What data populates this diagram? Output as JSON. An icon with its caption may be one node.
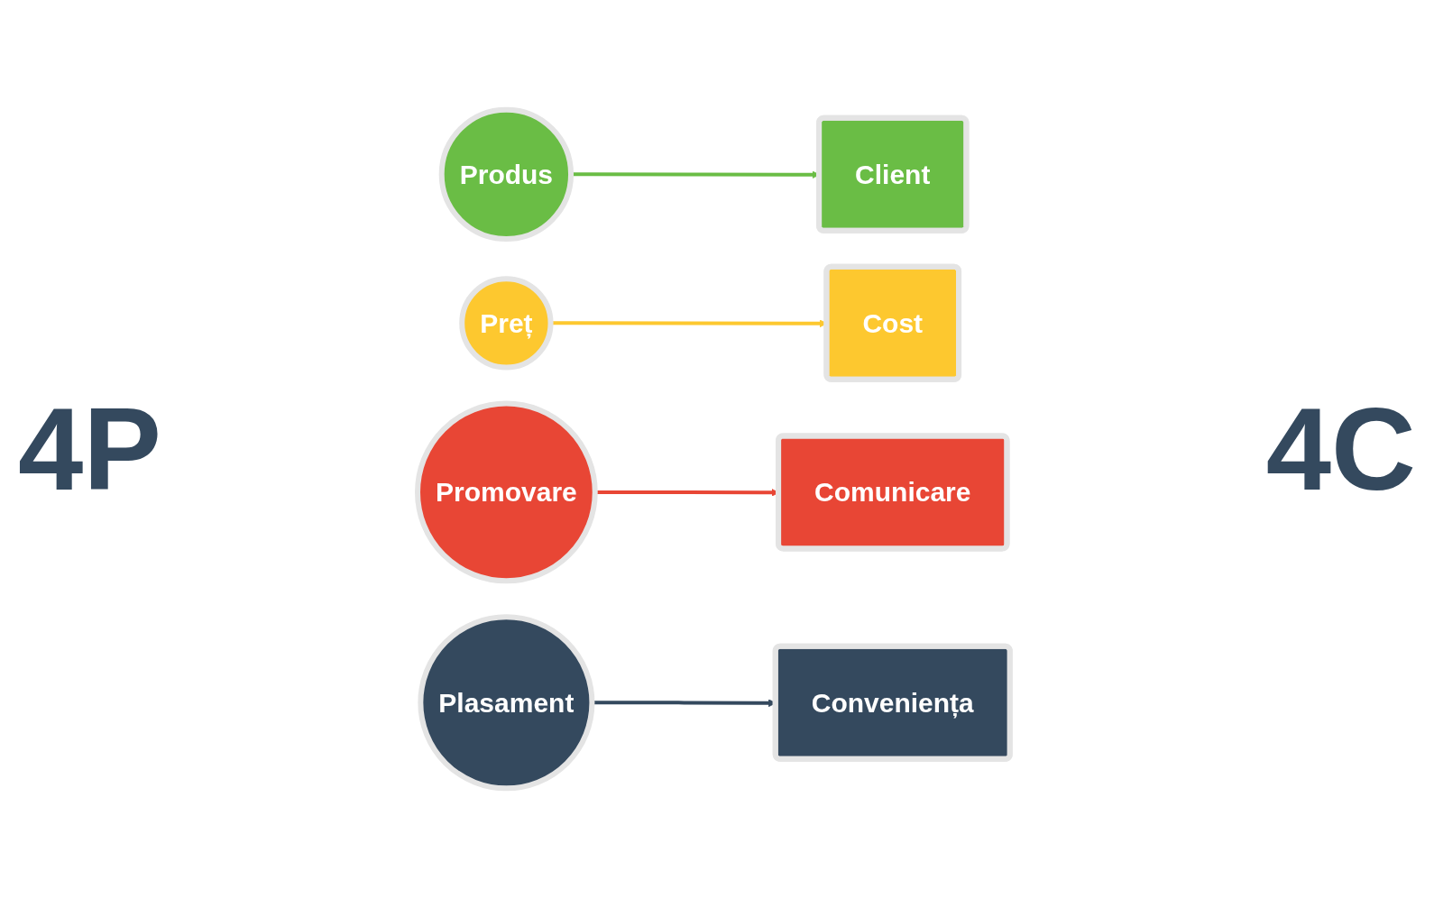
{
  "diagram": {
    "nodes": [
      {
        "text": [
          "Produs"
        ]
      },
      {
        "text": [
          "Client"
        ]
      },
      {
        "text": [
          "Preț"
        ]
      },
      {
        "text": [
          "Cost"
        ]
      },
      {
        "text": [
          "Promovare"
        ]
      },
      {
        "text": [
          "Comunicare"
        ]
      },
      {
        "text": [
          "Plasament"
        ]
      },
      {
        "text": [
          "Conveniența"
        ]
      }
    ],
    "edges": [
      {
        "from": 0,
        "to": 1,
        "arrow": "to",
        "color": "#6abd45"
      },
      {
        "from": 2,
        "to": 3,
        "arrow": "to",
        "color": "#fdc82f"
      },
      {
        "from": 4,
        "to": 5,
        "arrow": "to",
        "color": "#e84635"
      },
      {
        "from": 6,
        "to": 7,
        "arrow": "to",
        "color": "#34495e"
      }
    ],
    "labels": [
      "4P",
      "4C"
    ]
  }
}
